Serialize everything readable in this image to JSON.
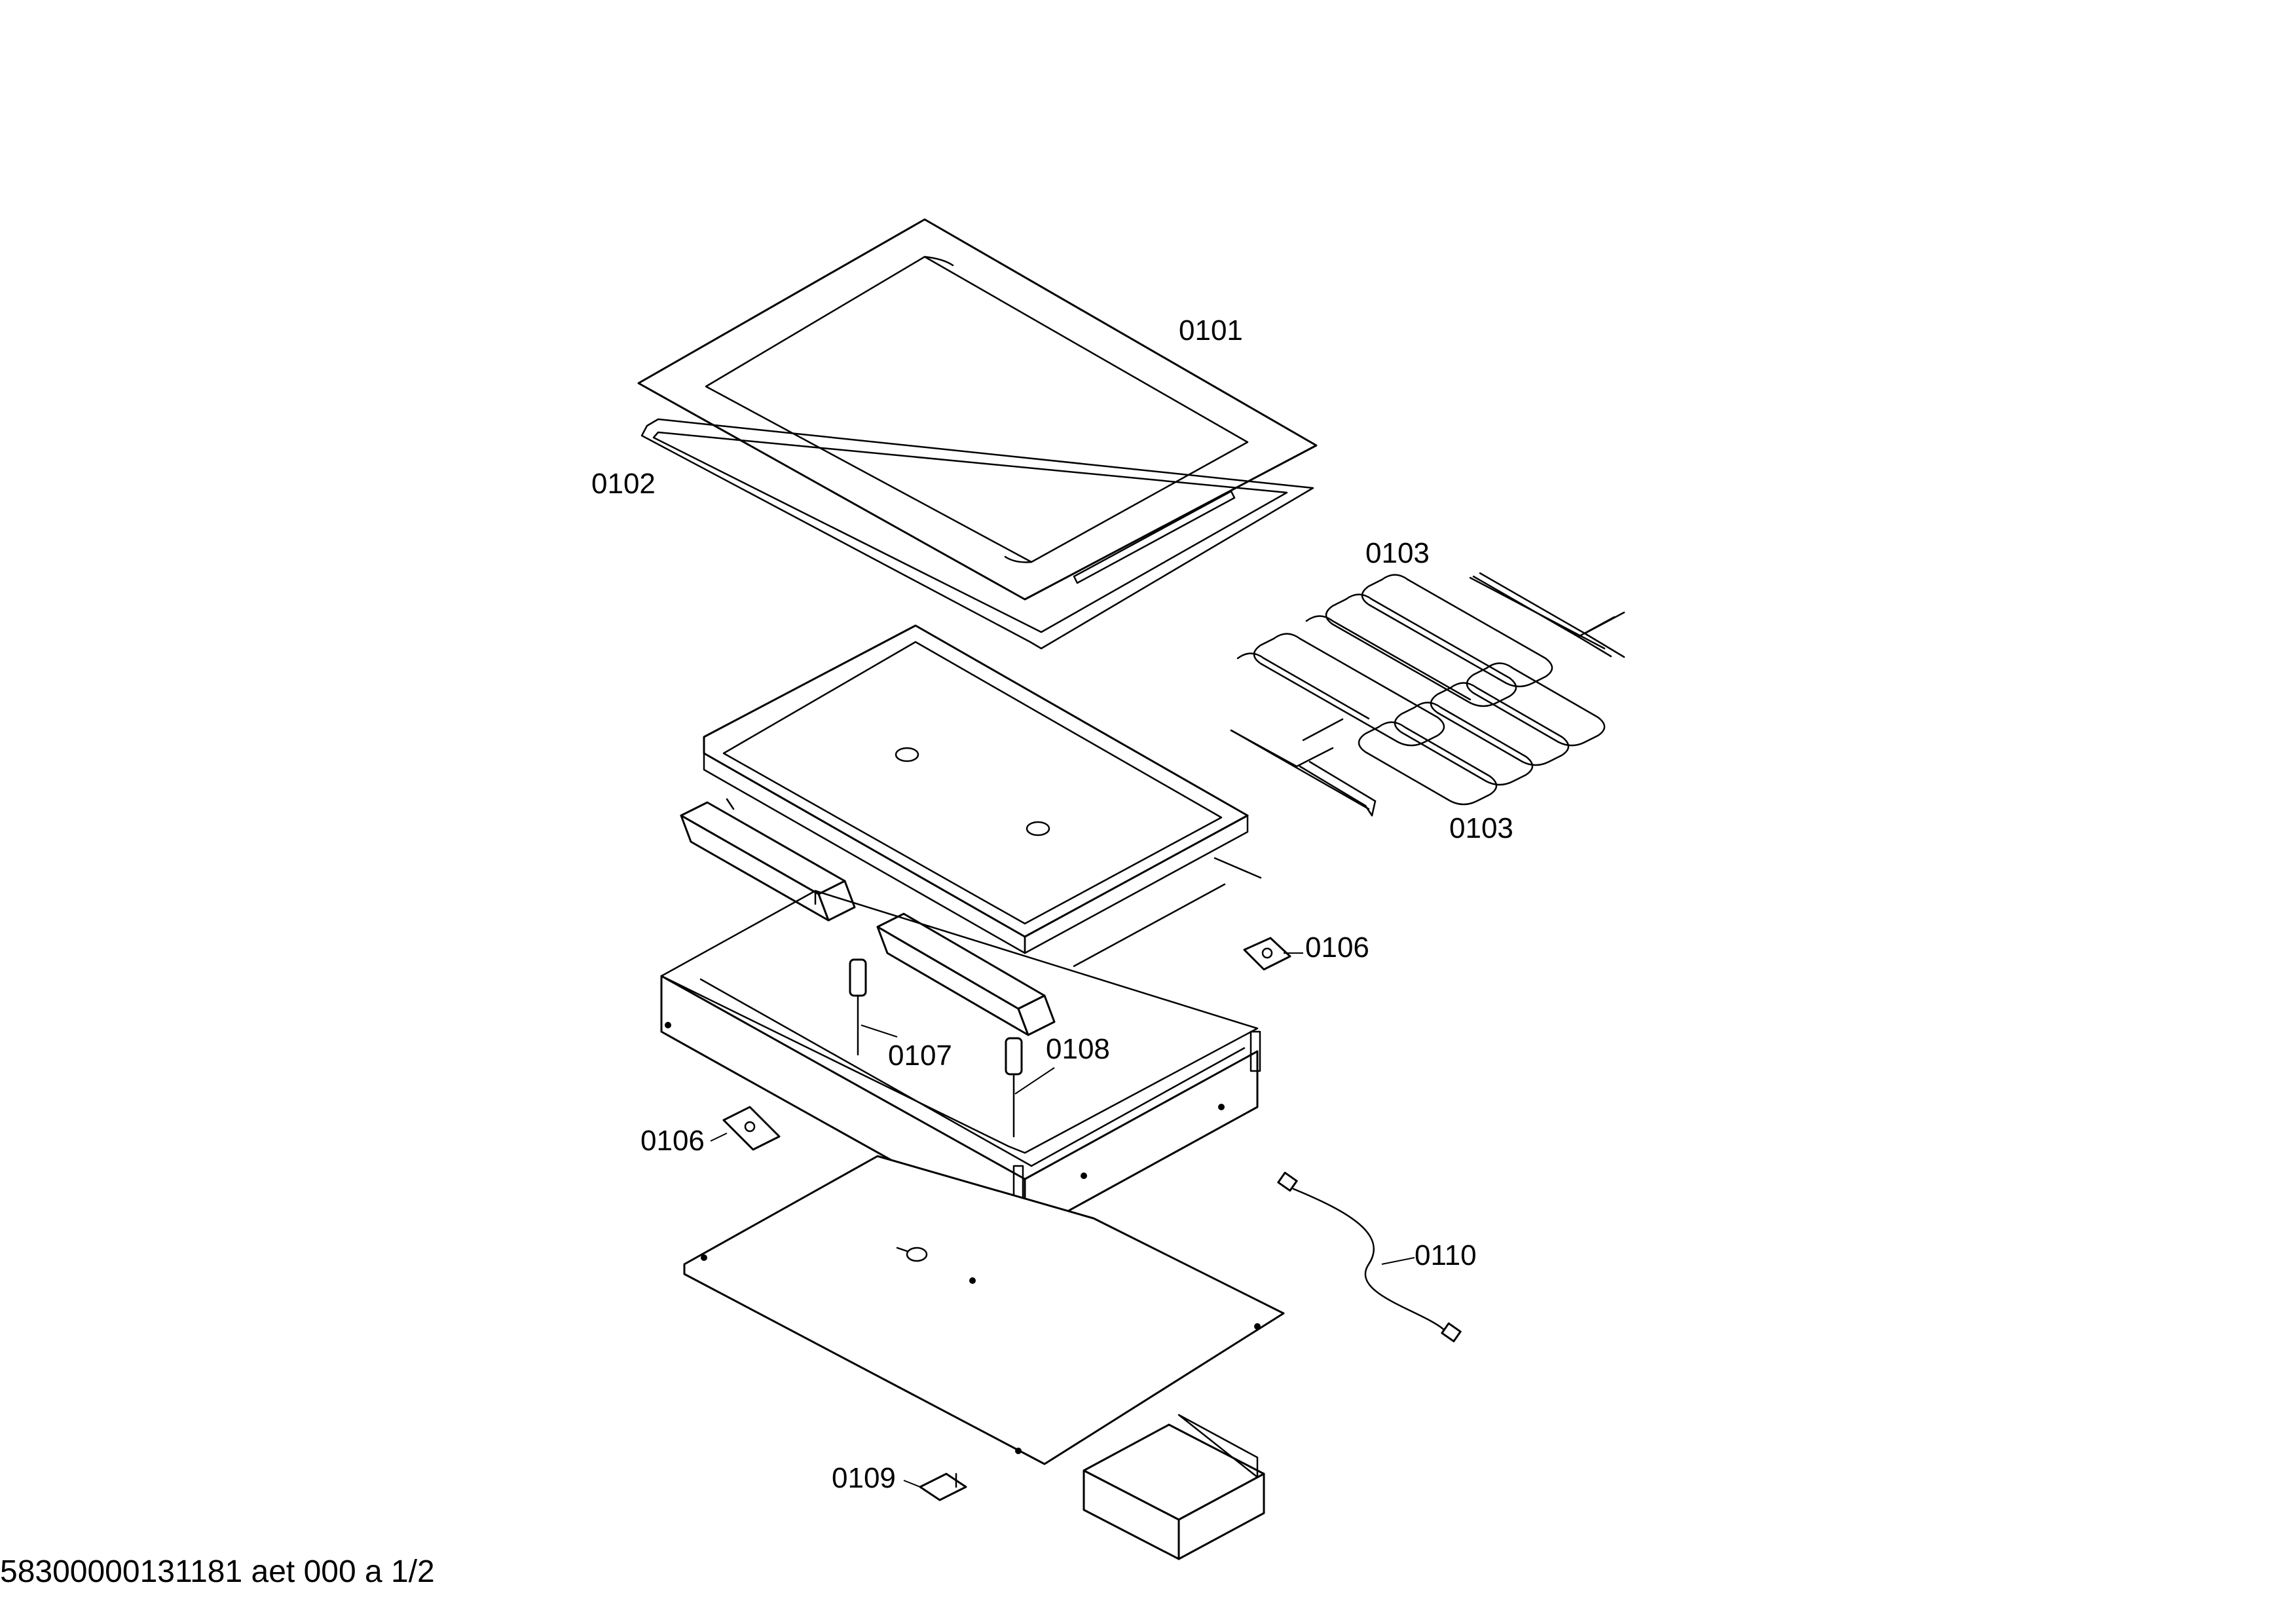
{
  "callouts": {
    "c0101": "0101",
    "c0102": "0102",
    "c0103_top": "0103",
    "c0103_bottom": "0103",
    "c0106_right": "0106",
    "c0106_left": "0106",
    "c0107": "0107",
    "c0108": "0108",
    "c0109": "0109",
    "c0110": "0110"
  },
  "footer": {
    "document_id": "58300000131181 aet 000 a 1/2"
  },
  "colors": {
    "line": "#000000",
    "background": "#ffffff"
  }
}
